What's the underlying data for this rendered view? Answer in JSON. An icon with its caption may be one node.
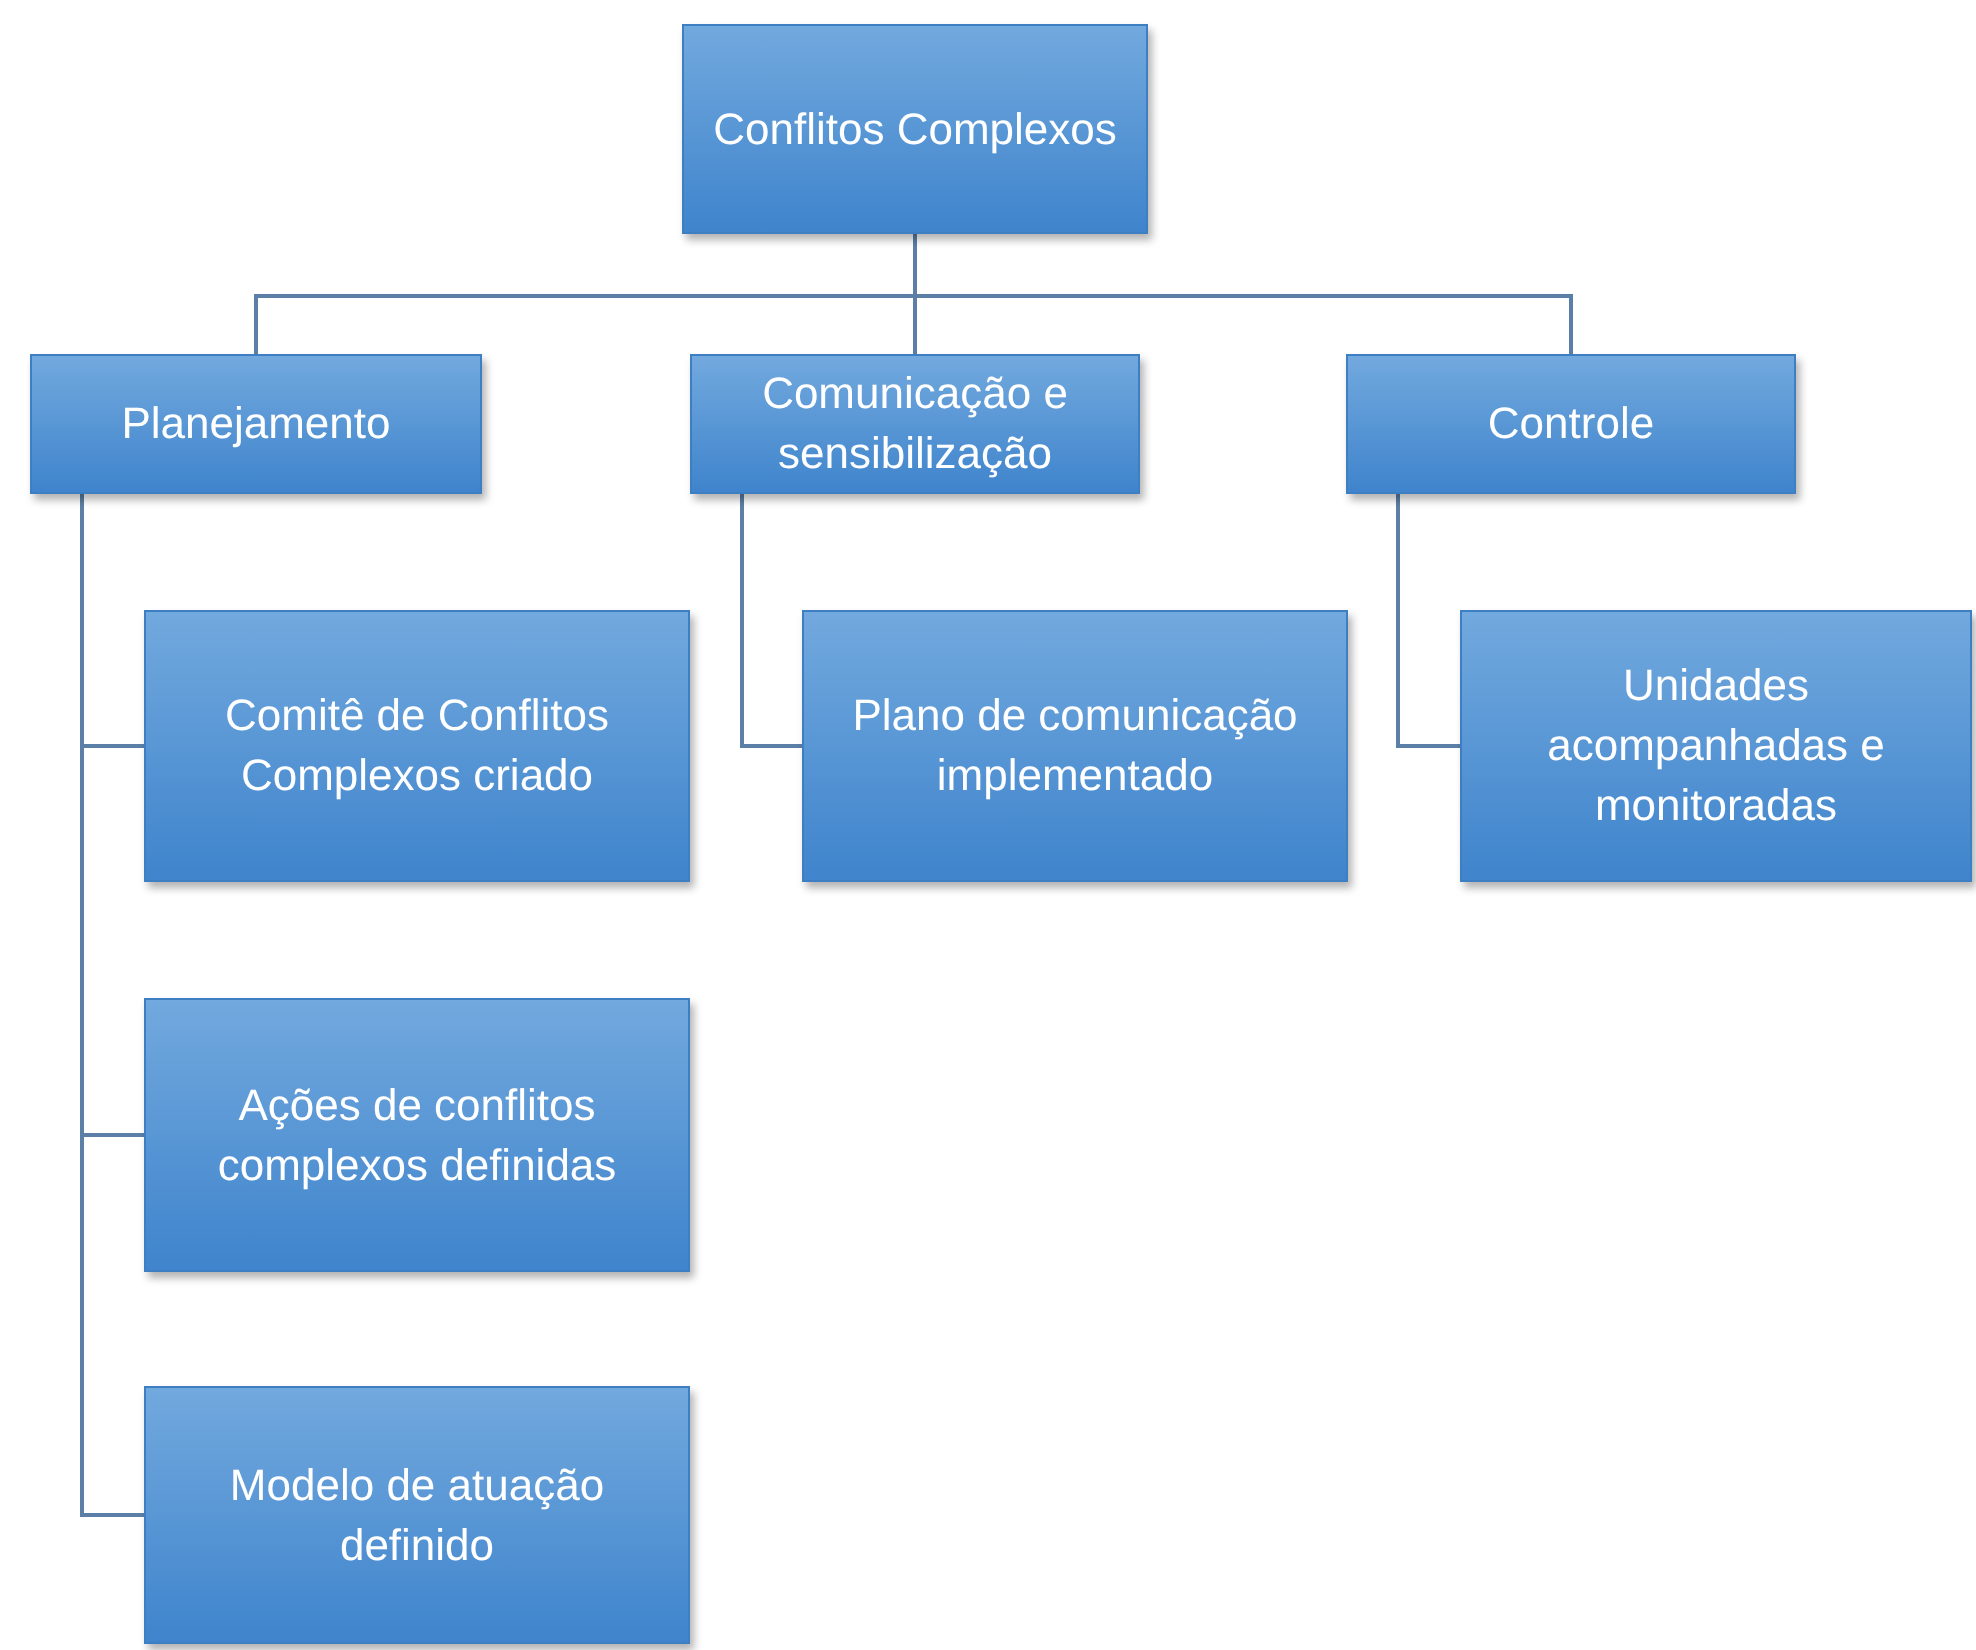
{
  "diagram": {
    "nodes": [
      {
        "text": [
          "Conflitos Complexos"
        ]
      },
      {
        "text": [
          "Planejamento"
        ]
      },
      {
        "text": [
          "Comunicação e sensibilização"
        ]
      },
      {
        "text": [
          "Controle"
        ]
      },
      {
        "text": [
          "Comitê de Conflitos Complexos criado"
        ]
      },
      {
        "text": [
          "Plano de comunicação implementado"
        ]
      },
      {
        "text": [
          "Unidades acompanhadas e monitoradas"
        ]
      },
      {
        "text": [
          "Ações de conflitos complexos definidas"
        ]
      },
      {
        "text": [
          "Modelo de atuação definido"
        ]
      }
    ],
    "edges": [
      {
        "from": 0,
        "to": 1,
        "arrow": "none"
      },
      {
        "from": 0,
        "to": 2,
        "arrow": "none"
      },
      {
        "from": 0,
        "to": 3,
        "arrow": "none"
      },
      {
        "from": 1,
        "to": 4,
        "arrow": "none"
      },
      {
        "from": 1,
        "to": 7,
        "arrow": "none"
      },
      {
        "from": 1,
        "to": 8,
        "arrow": "none"
      },
      {
        "from": 2,
        "to": 5,
        "arrow": "none"
      },
      {
        "from": 3,
        "to": 6,
        "arrow": "none"
      }
    ]
  }
}
